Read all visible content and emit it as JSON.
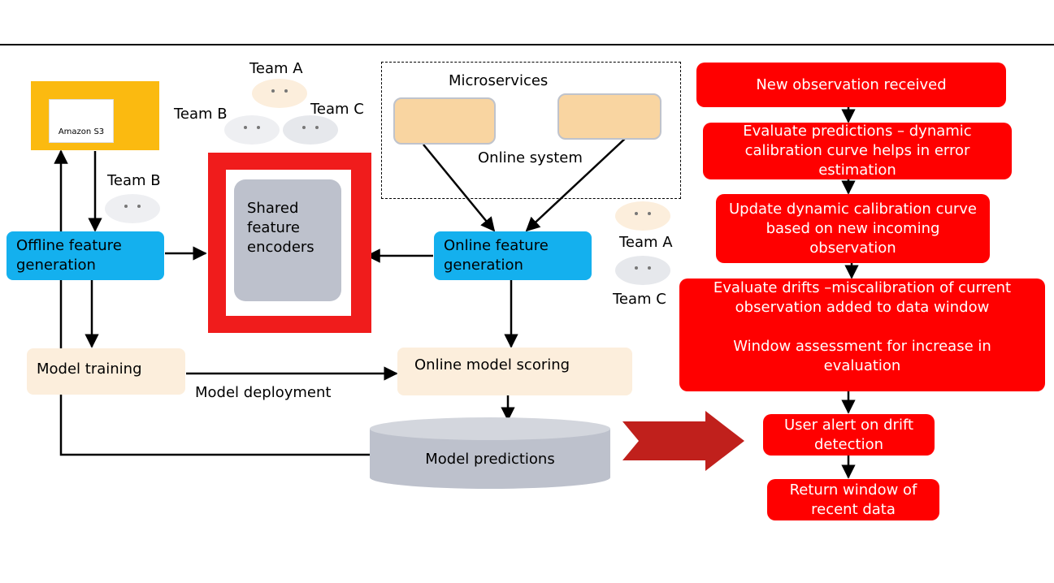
{
  "s3": {
    "label": "Amazon S3"
  },
  "teams": {
    "top_a": "Team A",
    "top_b": "Team B",
    "top_c": "Team C",
    "left_b": "Team B",
    "right_a": "Team A",
    "right_c": "Team C"
  },
  "blocks": {
    "offline": "Offline feature generation",
    "encoders": "Shared feature encoders",
    "microservices": "Microservices",
    "online_system": "Online system",
    "online_feature": "Online feature generation",
    "model_training": "Model training",
    "model_deployment": "Model deployment",
    "online_scoring": "Online model scoring",
    "model_predictions": "Model predictions"
  },
  "flow": {
    "step1": "New observation received",
    "step2": "Evaluate predictions – dynamic calibration curve helps in error estimation",
    "step3": "Update dynamic calibration curve based on new incoming observation",
    "step4a": "Evaluate drifts –miscalibration of current observation added to data window",
    "step4b": "Window assessment for increase in evaluation",
    "step5": "User alert on drift detection",
    "step6": "Return window of recent data"
  },
  "colors": {
    "alert_red": "#FF0000",
    "feature_blue": "#14B0EE",
    "s3_yellow": "#FBBA10",
    "arrow_darkred": "#C0201C"
  }
}
